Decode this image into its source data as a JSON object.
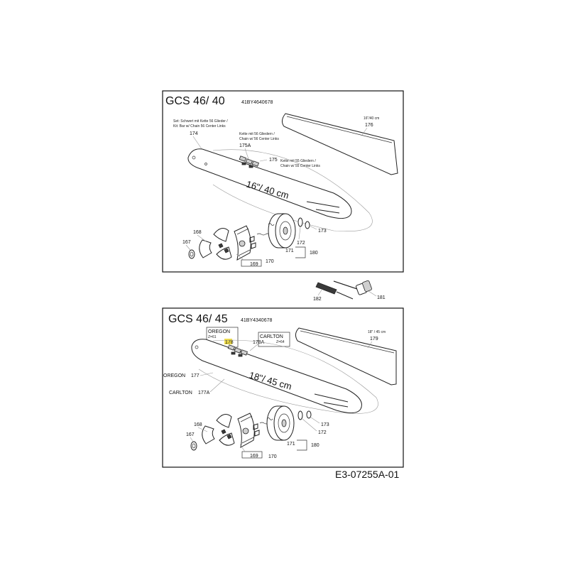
{
  "figure_ref": "E3-07255A-01",
  "top": {
    "title": "GCS 46/ 40",
    "code": "41BY4640678",
    "bar_size": "16\"/ 40 cm",
    "bar_cover_size": "16\"/40 cm",
    "set_note_1": "Set: Schwert mit Kette 56 Glieder /",
    "set_note_2": "Kit: Bar  w/ Chain 56 Center Links",
    "chain56_note_1": "Kette mit 56 Gliedern /",
    "chain56_note_2": "Chain w/ 56 Center Links",
    "chain55_note_1": "Kette mit 55 Gliedern /",
    "chain55_note_2": "Chain w/ 55 Center Links",
    "labels": {
      "p174": "174",
      "p175": "175",
      "p175A": "175A",
      "p176": "176",
      "p168": "168",
      "p167": "167",
      "p169": "169",
      "p170": "170",
      "p171": "171",
      "p172": "172",
      "p173": "173",
      "p180": "180"
    }
  },
  "tools": {
    "p182": "182",
    "p181": "181"
  },
  "bottom": {
    "title": "GCS 46/ 45",
    "code": "41BY4340678",
    "bar_size": "18\"/ 45 cm",
    "bar_cover_size": "18\" / 45 cm",
    "oregon_label": "OREGON",
    "oregon_z": "Z=61",
    "carlton_label": "CARLTON",
    "carlton_z": "Z=64",
    "bar_oregon": "OREGON",
    "bar_carlton": "CARLTON",
    "labels": {
      "p178": "178",
      "p178A": "178A",
      "p179": "179",
      "p177": "177",
      "p177A": "177A",
      "p168": "168",
      "p167": "167",
      "p169": "169",
      "p170": "170",
      "p171": "171",
      "p172": "172",
      "p173": "173",
      "p180": "180"
    }
  }
}
